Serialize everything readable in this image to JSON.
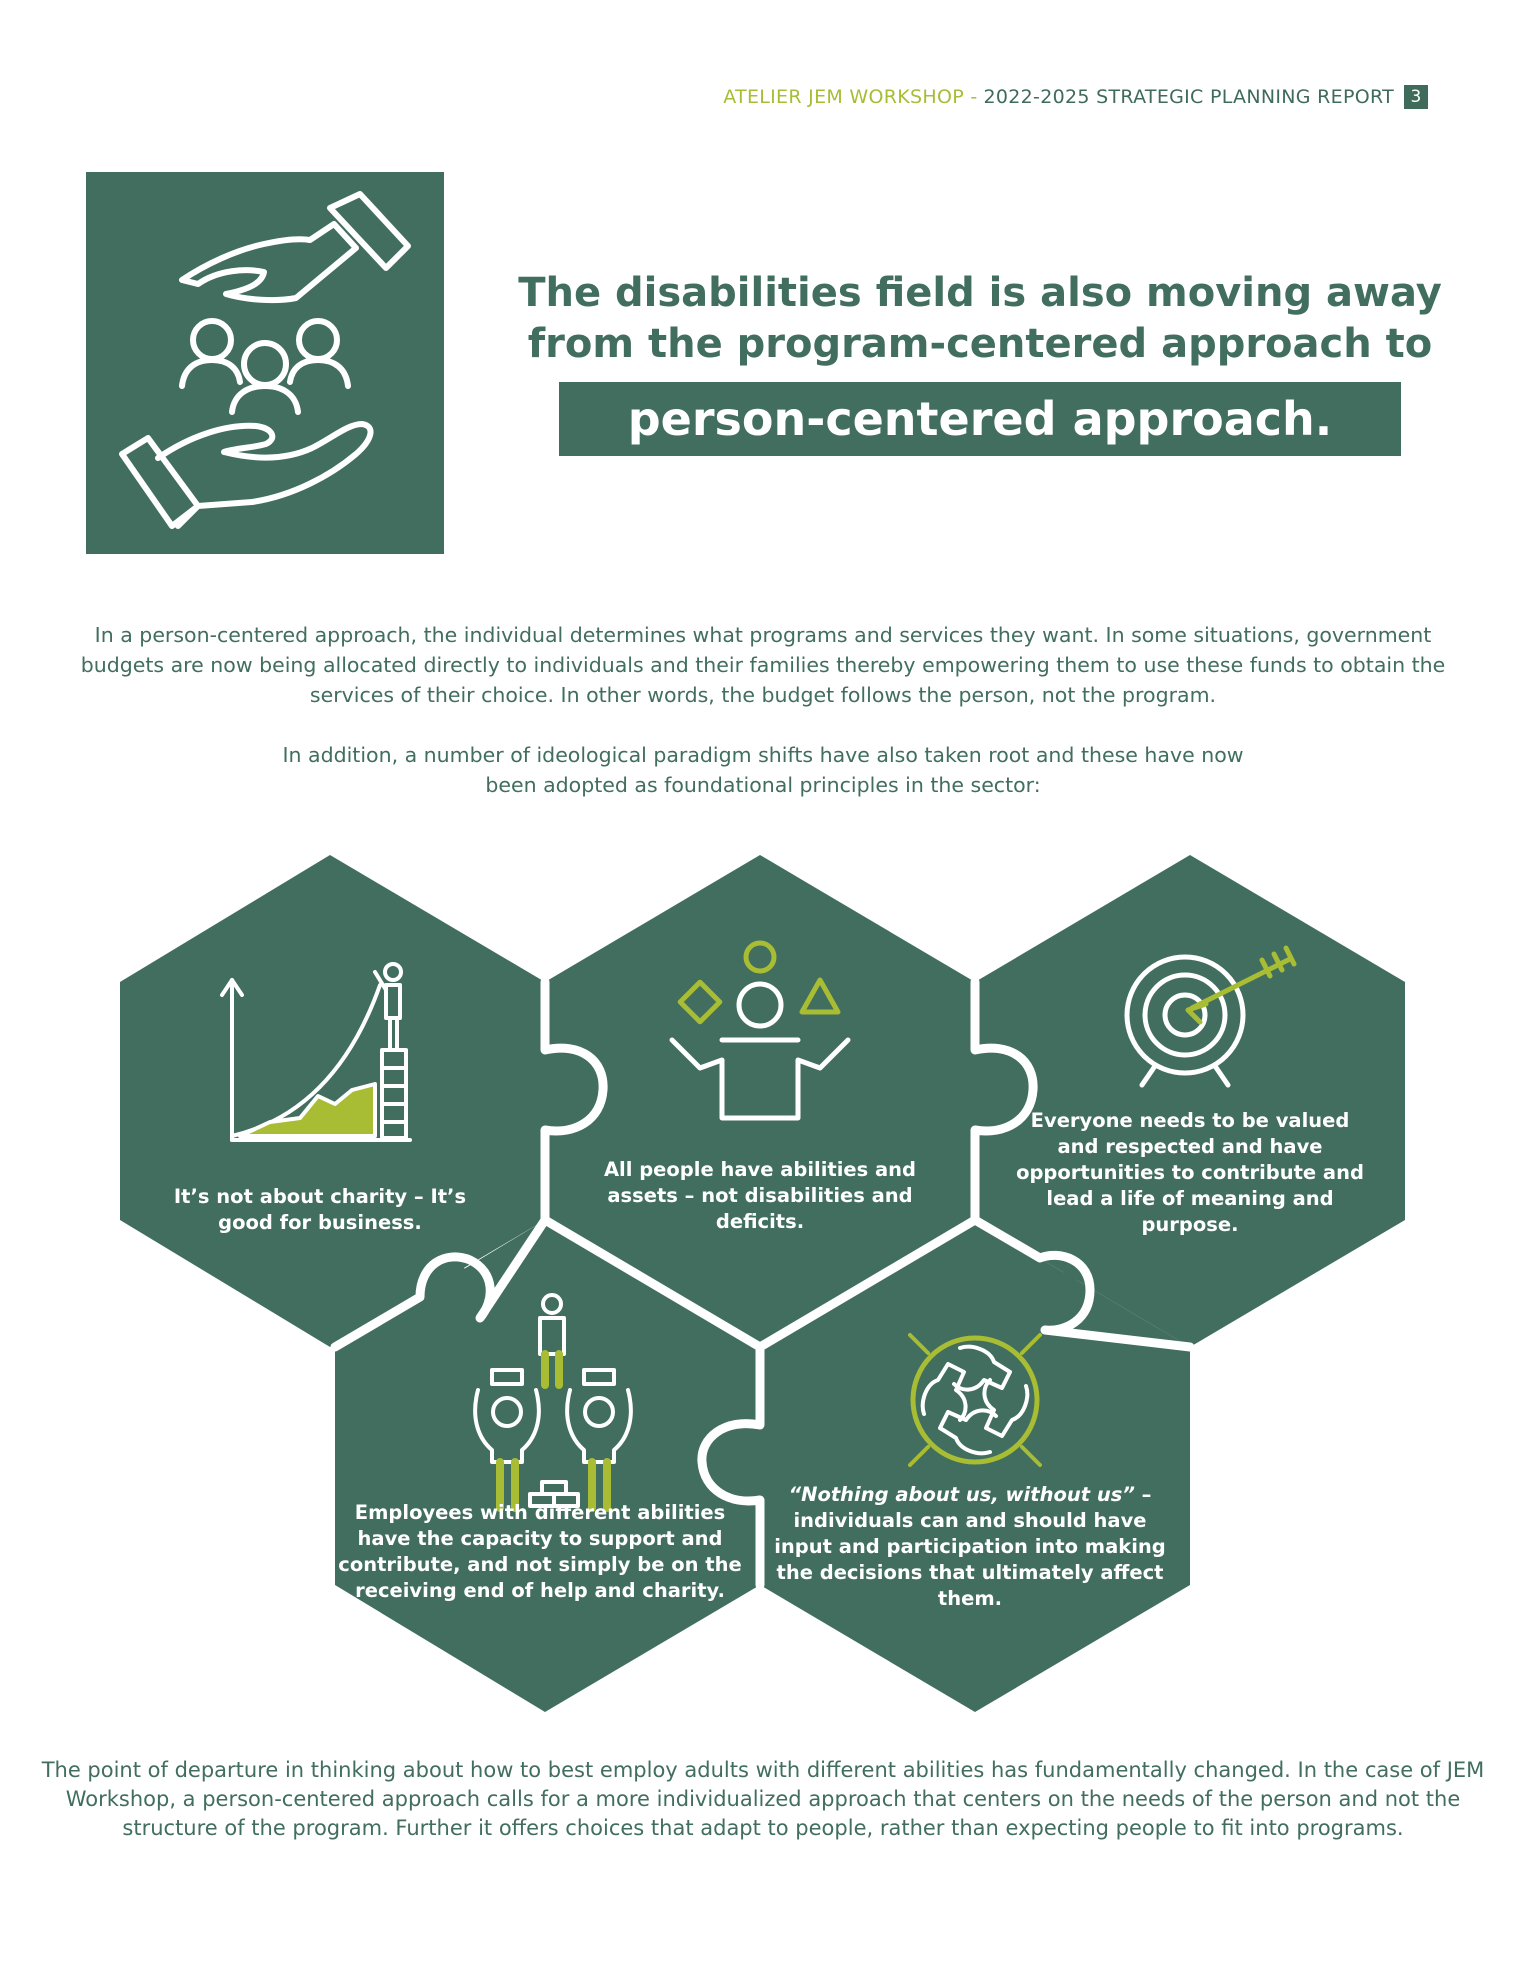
{
  "header": {
    "org": "ATELIER JEM WORKSHOP -",
    "report": "2022-2025 STRATEGIC PLANNING REPORT",
    "page_number": "3"
  },
  "headline": {
    "line1": "The disabilities field is also moving away",
    "line2": "from the program-centered approach to",
    "highlight": "person-centered approach."
  },
  "intro": {
    "p1": "In a person-centered approach, the individual determines what programs and services they want. In some situations, government budgets are now being allocated directly to individuals and their families thereby empowering them to use these funds to obtain the services of their choice. In other words, the budget follows the person, not the program.",
    "p2": "In addition, a number of ideological paradigm shifts have also taken root and these have now been adopted as foundational principles in the sector:"
  },
  "principles": [
    {
      "text": "It’s not about charity – It’s good for business.",
      "icon": "growth-chart-icon"
    },
    {
      "text": "All people have abilities and assets – not disabilities and deficits.",
      "icon": "juggling-person-icon"
    },
    {
      "text": "Everyone needs to be valued and respected and have opportunities to contribute and lead a life of meaning and purpose.",
      "icon": "target-arrow-icon"
    },
    {
      "text": "Employees with different abilities have the capacity to support and contribute, and not simply be on the receiving end of help and charity.",
      "icon": "supporting-people-icon"
    },
    {
      "quote": "“Nothing about us, without us”",
      "text": " – individuals can and should have input and participation into making the decisions that ultimately affect them.",
      "icon": "joined-hands-icon"
    }
  ],
  "conclusion": "The point of departure in thinking about how to best employ adults with different abilities has fundamentally changed. In the case of JEM Workshop, a person-centered approach calls for a more individualized approach that centers on the needs of the person and not the structure of the program. Further it offers choices that adapt to people, rather than expecting people to fit into programs.",
  "colors": {
    "primary": "#416e5e",
    "accent": "#a8bd33",
    "white": "#ffffff"
  }
}
